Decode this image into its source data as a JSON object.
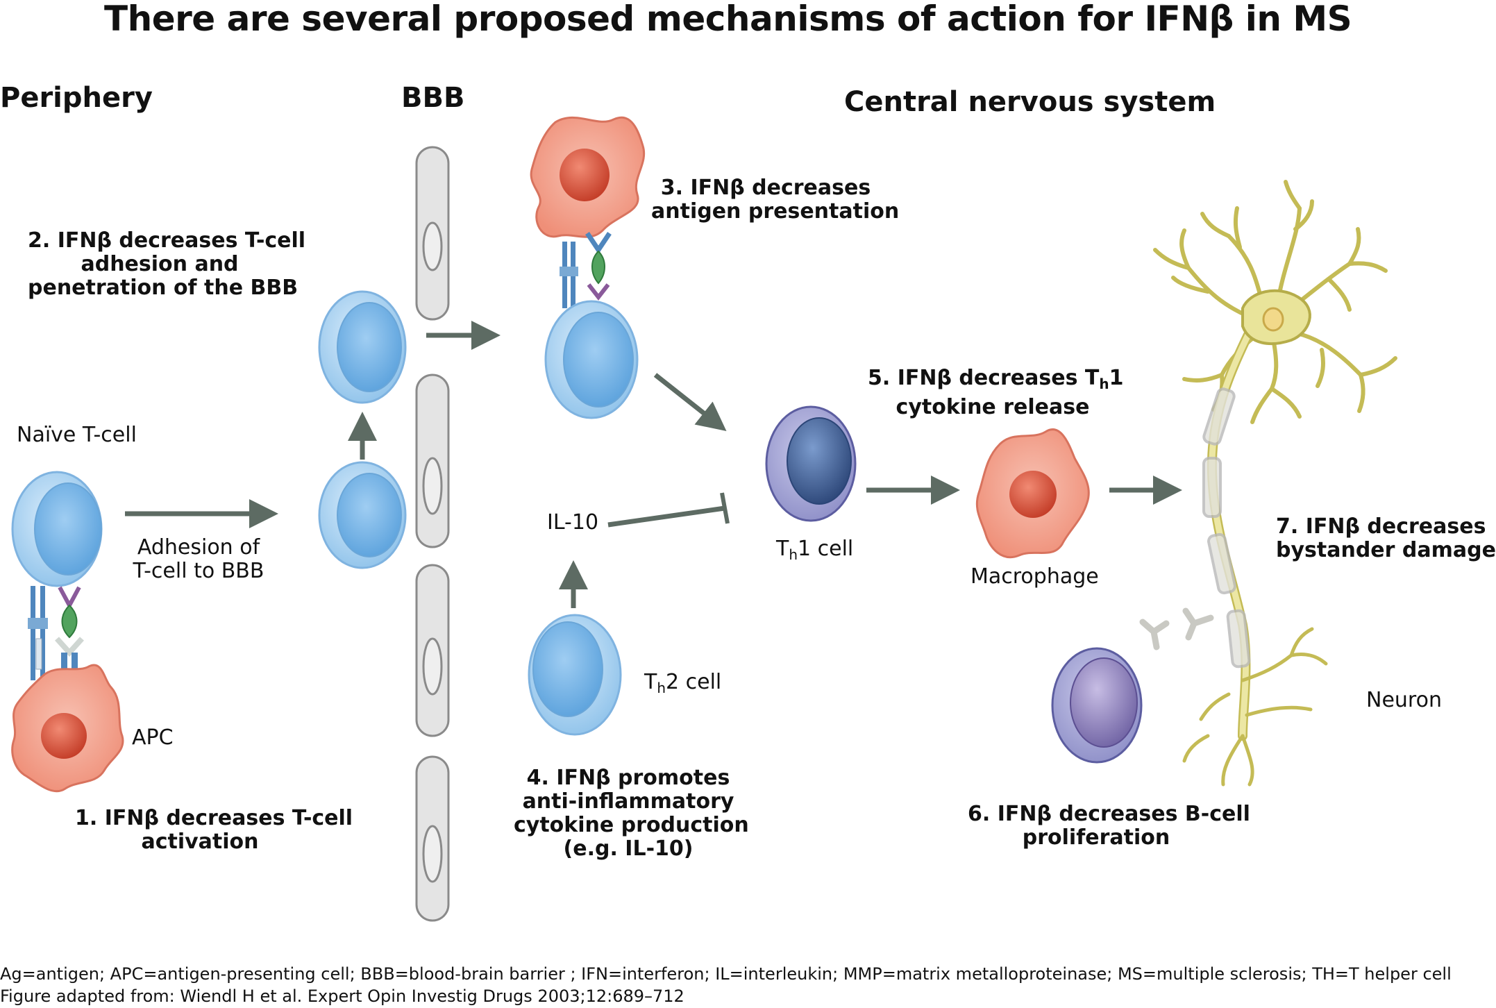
{
  "title": "There are several proposed mechanisms of action for IFNβ in MS",
  "sections": {
    "periphery": "Periphery",
    "bbb": "BBB",
    "cns": "Central nervous system"
  },
  "steps": {
    "s1": [
      "1. IFNβ decreases T-cell",
      "activation"
    ],
    "s2": [
      "2. IFNβ decreases T-cell",
      "adhesion and",
      "penetration of the BBB"
    ],
    "s3": [
      "3. IFNβ decreases",
      "antigen presentation"
    ],
    "s4": [
      "4. IFNβ promotes",
      "anti-inflammatory",
      "cytokine production",
      "(e.g. IL-10)"
    ],
    "s5": {
      "a": "5. IFNβ decreases T",
      "sub": "h",
      "b": "1",
      "line2": "cytokine release"
    },
    "s6": [
      "6. IFNβ decreases B-cell",
      "proliferation"
    ],
    "s7": [
      "7. IFNβ decreases",
      "bystander damage"
    ]
  },
  "labels": {
    "naive_tcell": "Naïve T-cell",
    "adhesion": [
      "Adhesion of",
      "T-cell to BBB"
    ],
    "apc": "APC",
    "il10": "IL-10",
    "th1": {
      "a": "T",
      "sub": "h",
      "b": "1 cell"
    },
    "th2": {
      "a": "T",
      "sub": "h",
      "b": "2 cell"
    },
    "macrophage": "Macrophage",
    "neuron": "Neuron"
  },
  "footnote": {
    "abbreviations": "Ag=antigen; APC=antigen-presenting cell; BBB=blood-brain barrier ; IFN=interferon; IL=interleukin; MMP=matrix metalloproteinase; MS=multiple sclerosis; TH=T helper cell",
    "source": "Figure adapted from: Wiendl H et al. Expert Opin Investig Drugs 2003;12:689–712"
  },
  "colors": {
    "tcell_fill": "#bcdcf5",
    "tcell_outer": "#a9d0f0",
    "tcell_stroke": "#7fb3e0",
    "apc_fill": "#f4a898",
    "apc_nucleus": "#d9533e",
    "th1_outer": "#a8a9d6",
    "th1_nucleus": "#3e5f93",
    "bcell_nucleus": "#8a7db7",
    "arrow": "#5d6b63",
    "barrier_fill": "#e4e4e4",
    "barrier_stroke": "#8a8a8a",
    "neuron": "#e9e49a",
    "neuron_stroke": "#b6ad4a"
  }
}
